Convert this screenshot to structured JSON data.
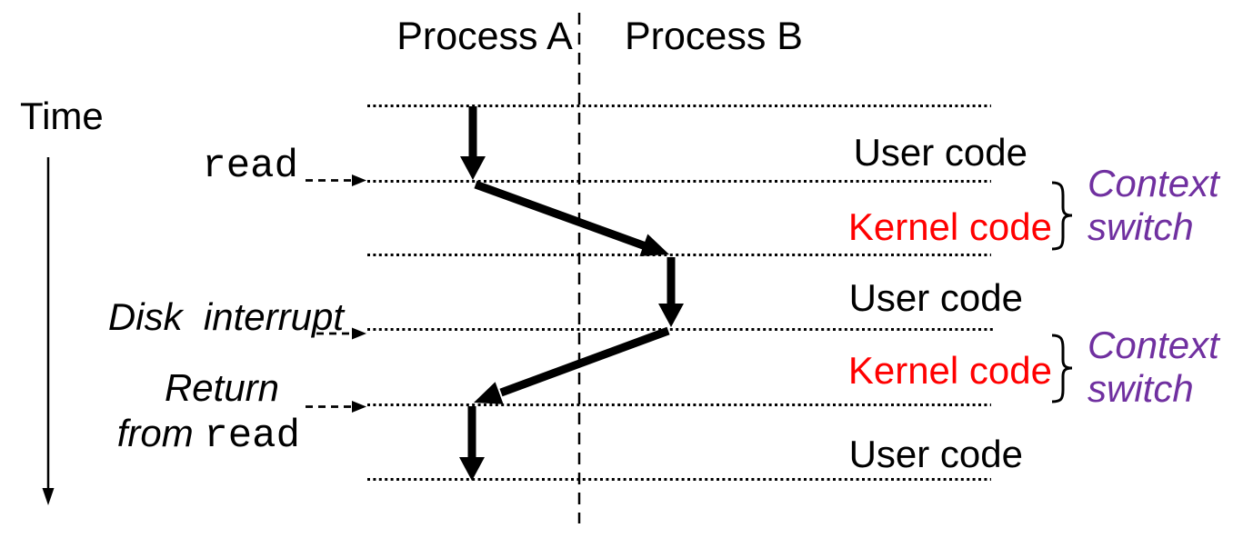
{
  "diagram": {
    "columns": {
      "process_a": "Process A",
      "process_b": "Process B"
    },
    "time_axis": {
      "label": "Time"
    },
    "events": {
      "read_syscall": {
        "label": "read"
      },
      "disk_interrupt": {
        "label": "Disk  interrupt"
      },
      "return_from_read": {
        "line1": "Return",
        "line2_italic": "from ",
        "line2_code": "read"
      }
    },
    "code_regions": {
      "user_code_1": "User code",
      "kernel_code_1": "Kernel code",
      "user_code_2": "User code",
      "kernel_code_2": "Kernel code",
      "user_code_3": "User code"
    },
    "context_switches": {
      "first": {
        "line1": "Context",
        "line2": "switch"
      },
      "second": {
        "line1": "Context",
        "line2": "switch"
      }
    },
    "colors": {
      "ink": "#000000",
      "kernel_code": "#ff0000",
      "context_switch": "#7030a0"
    }
  }
}
